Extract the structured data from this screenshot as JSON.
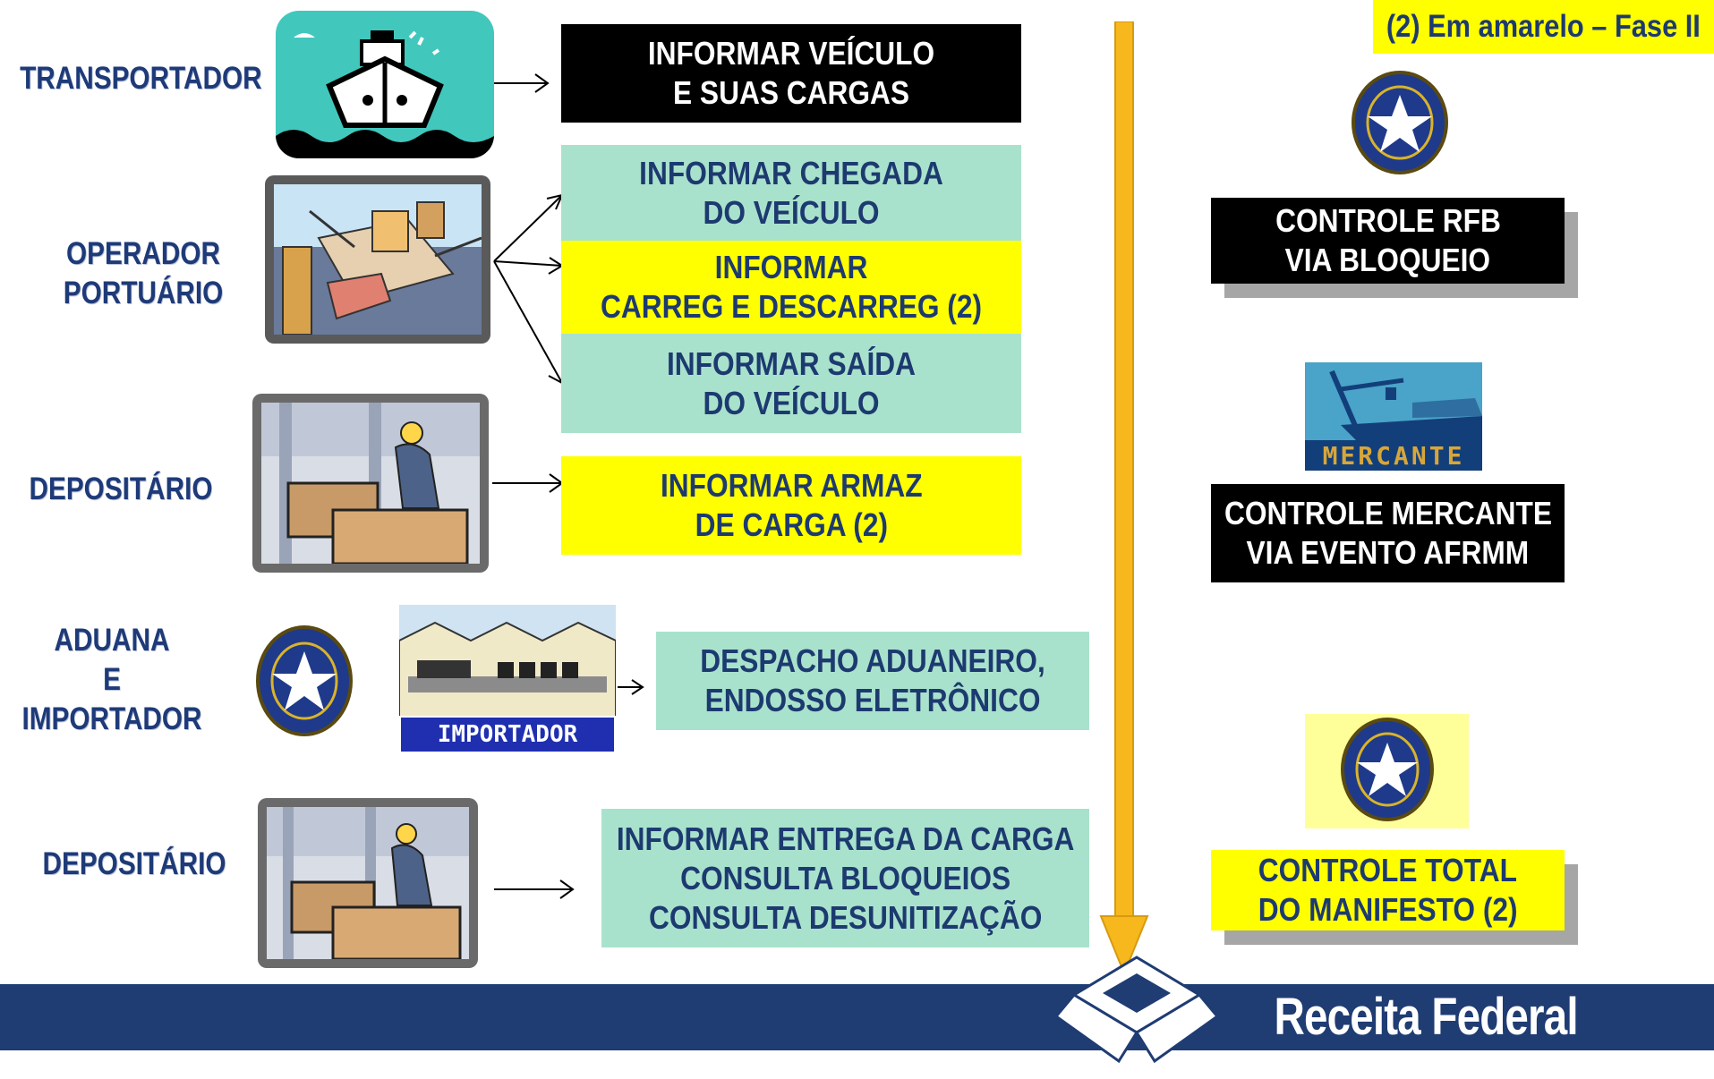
{
  "phase_note": "(2) Em amarelo – Fase II",
  "actors": {
    "transportador": "TRANSPORTADOR",
    "operador_line1": "OPERADOR",
    "operador_line2": "PORTUÁRIO",
    "depositario_1": "DEPOSITÁRIO",
    "aduana_line1": "ADUANA",
    "aduana_line2": "E",
    "aduana_line3": "IMPORTADOR",
    "depositario_2": "DEPOSITÁRIO"
  },
  "tasks": {
    "informar_veiculo": [
      "INFORMAR VEÍCULO",
      "E SUAS CARGAS"
    ],
    "informar_chegada": [
      "INFORMAR CHEGADA",
      "DO VEÍCULO"
    ],
    "informar_carreg": [
      "INFORMAR",
      "CARREG E DESCARREG (2)"
    ],
    "informar_saida": [
      "INFORMAR SAÍDA",
      "DO VEÍCULO"
    ],
    "informar_armaz": [
      "INFORMAR ARMAZ",
      "DE CARGA (2)"
    ],
    "despacho": [
      "DESPACHO ADUANEIRO,",
      "ENDOSSO ELETRÔNICO"
    ],
    "informar_entrega": [
      "INFORMAR ENTREGA DA CARGA",
      "CONSULTA BLOQUEIOS",
      "CONSULTA DESUNITIZAÇÃO"
    ]
  },
  "controls": {
    "rfb": [
      "CONTROLE RFB",
      "VIA BLOQUEIO"
    ],
    "mercante": [
      "CONTROLE MERCANTE",
      "VIA EVENTO AFRMM"
    ],
    "total": [
      "CONTROLE TOTAL",
      "DO MANIFESTO (2)"
    ]
  },
  "logos": {
    "mercante": "MERCANTE",
    "importador": "IMPORTADOR",
    "footer": "Receita Federal"
  },
  "colors": {
    "navy": "#1f3c73",
    "green_box": "#a9e2cc",
    "yellow_box": "#ffff00",
    "arrow_orange": "#f6b81c"
  }
}
